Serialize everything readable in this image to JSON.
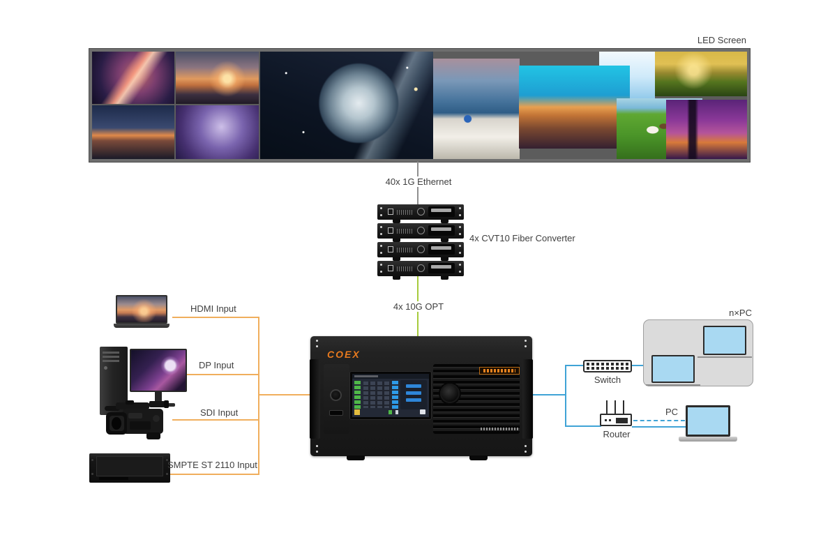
{
  "led_screen": {
    "label": "LED Screen"
  },
  "links": {
    "ethernet": "40x 1G Ethernet",
    "fiber_converter": "4x CVT10 Fiber Converter",
    "opt": "4x 10G OPT"
  },
  "inputs": [
    {
      "id": "hdmi",
      "label": "HDMI Input"
    },
    {
      "id": "dp",
      "label": "DP Input"
    },
    {
      "id": "sdi",
      "label": "SDI Input"
    },
    {
      "id": "smpte",
      "label": "SMPTE ST 2110 Input"
    }
  ],
  "processor": {
    "brand_logo": "COEX"
  },
  "network": {
    "switch_label": "Switch",
    "router_label": "Router",
    "pc_group_label": "n×PC",
    "pc_label": "PC"
  },
  "colors": {
    "input_line": "#F0AE5C",
    "fiber_line": "#A6CB3C",
    "network_line": "#3FA3D6",
    "ethernet_line": "#8F8F8F",
    "brand_orange": "#E87A1E",
    "laptop_screen_blue": "#A9D9F2"
  }
}
